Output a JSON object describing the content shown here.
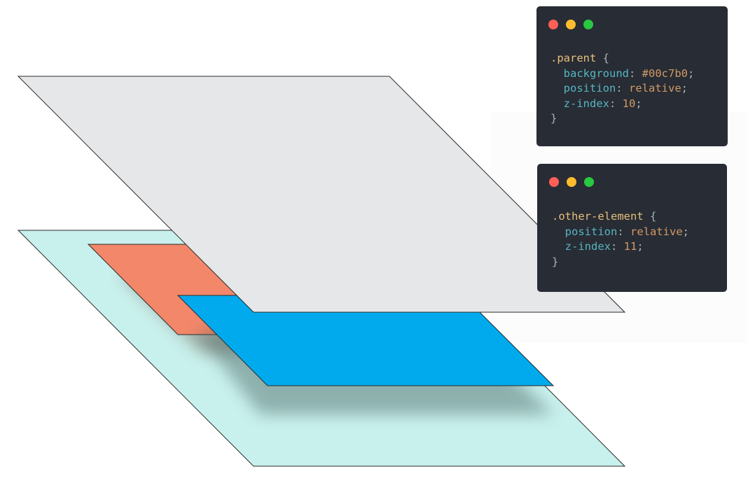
{
  "colors": {
    "window_bg": "#282c34",
    "dot_red": "#ff5f57",
    "dot_yellow": "#febc2e",
    "dot_green": "#28c840",
    "syntax_selector": "#e5c07b",
    "syntax_property": "#56b6c2",
    "syntax_value": "#d19a66",
    "syntax_punct": "#abb2bf",
    "layer_gray": "#e6e7e8",
    "layer_cyan": "#c8f0ec",
    "layer_orange": "#f2876a",
    "layer_blue": "#00aaed",
    "layer_stroke": "#2b2b2b"
  },
  "code_windows": [
    {
      "lines": [
        {
          "indent": "",
          "parts": [
            {
              "text": ".parent",
              "kind": "selector"
            },
            {
              "text": " {",
              "kind": "punct"
            }
          ]
        },
        {
          "indent": "  ",
          "parts": [
            {
              "text": "background",
              "kind": "property"
            },
            {
              "text": ": ",
              "kind": "punct"
            },
            {
              "text": "#00c7b0",
              "kind": "value"
            },
            {
              "text": ";",
              "kind": "punct"
            }
          ]
        },
        {
          "indent": "  ",
          "parts": [
            {
              "text": "position",
              "kind": "property"
            },
            {
              "text": ": ",
              "kind": "punct"
            },
            {
              "text": "relative",
              "kind": "value"
            },
            {
              "text": ";",
              "kind": "punct"
            }
          ]
        },
        {
          "indent": "  ",
          "parts": [
            {
              "text": "z-index",
              "kind": "property"
            },
            {
              "text": ": ",
              "kind": "punct"
            },
            {
              "text": "10",
              "kind": "value"
            },
            {
              "text": ";",
              "kind": "punct"
            }
          ]
        },
        {
          "indent": "",
          "parts": [
            {
              "text": "}",
              "kind": "punct"
            }
          ]
        }
      ]
    },
    {
      "lines": [
        {
          "indent": "",
          "parts": [
            {
              "text": ".other-element",
              "kind": "selector"
            },
            {
              "text": " {",
              "kind": "punct"
            }
          ]
        },
        {
          "indent": "  ",
          "parts": [
            {
              "text": "position",
              "kind": "property"
            },
            {
              "text": ": ",
              "kind": "punct"
            },
            {
              "text": "relative",
              "kind": "value"
            },
            {
              "text": ";",
              "kind": "punct"
            }
          ]
        },
        {
          "indent": "  ",
          "parts": [
            {
              "text": "z-index",
              "kind": "property"
            },
            {
              "text": ": ",
              "kind": "punct"
            },
            {
              "text": "11",
              "kind": "value"
            },
            {
              "text": ";",
              "kind": "punct"
            }
          ]
        },
        {
          "indent": "",
          "parts": [
            {
              "text": "}",
              "kind": "punct"
            }
          ]
        }
      ]
    }
  ]
}
